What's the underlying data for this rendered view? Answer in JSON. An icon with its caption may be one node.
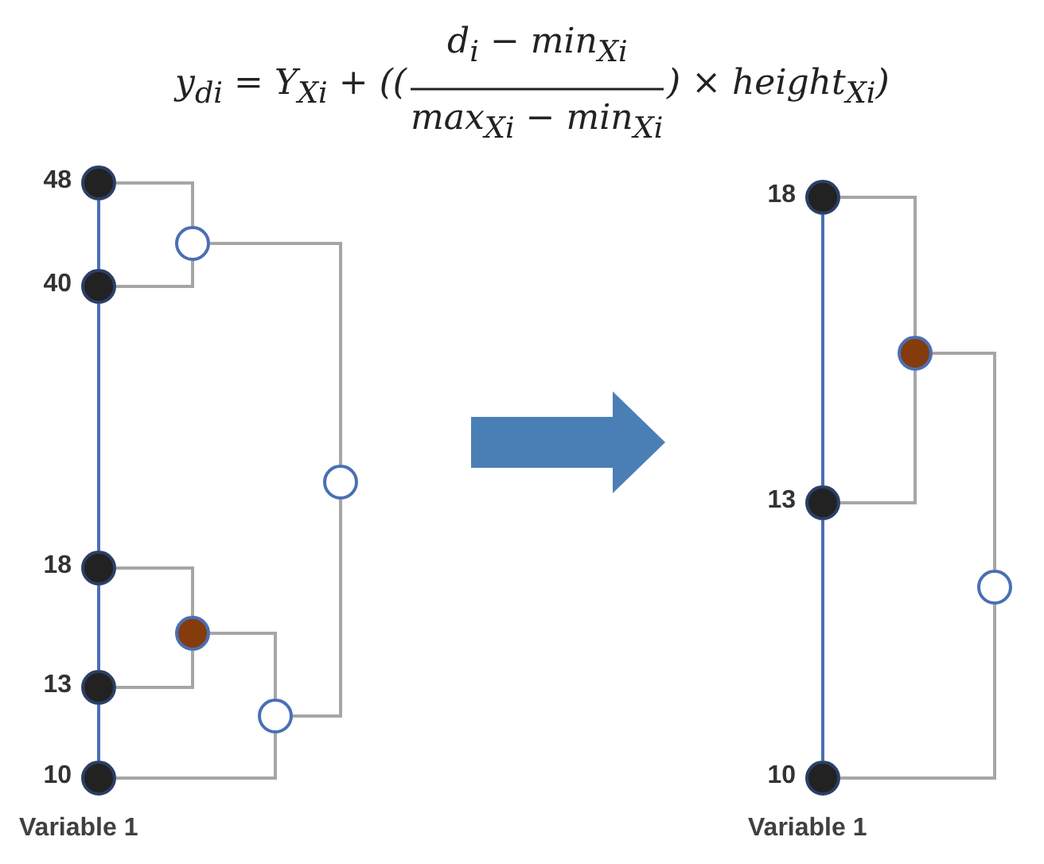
{
  "diagram": {
    "nodes": [
      {
        "text": [],
        "shape": "circle",
        "beside": [
          "48"
        ]
      },
      {
        "text": [],
        "shape": "circle",
        "beside": [
          "40"
        ]
      },
      {
        "text": [],
        "shape": "circle",
        "beside": [
          "18"
        ]
      },
      {
        "text": [],
        "shape": "circle",
        "beside": [
          "13"
        ]
      },
      {
        "text": [],
        "shape": "circle",
        "beside": [
          "10"
        ]
      },
      {
        "text": [],
        "shape": "circle"
      },
      {
        "text": [],
        "shape": "circle"
      },
      {
        "text": [],
        "shape": "circle"
      },
      {
        "text": [],
        "shape": "circle"
      },
      {
        "text": [],
        "shape": "circle",
        "beside": [
          "18"
        ]
      },
      {
        "text": [],
        "shape": "circle",
        "beside": [
          "13"
        ]
      },
      {
        "text": [],
        "shape": "circle",
        "beside": [
          "10"
        ]
      },
      {
        "text": [],
        "shape": "circle"
      },
      {
        "text": [],
        "shape": "circle"
      }
    ],
    "edges": [
      {
        "from": 0,
        "to": 1,
        "arrow": "none",
        "color": "#4a6fb5"
      },
      {
        "from": 1,
        "to": 2,
        "arrow": "none",
        "color": "#4a6fb5"
      },
      {
        "from": 2,
        "to": 3,
        "arrow": "none",
        "color": "#4a6fb5"
      },
      {
        "from": 3,
        "to": 4,
        "arrow": "none",
        "color": "#4a6fb5"
      },
      {
        "from": 0,
        "to": 5,
        "arrow": "none"
      },
      {
        "from": 1,
        "to": 5,
        "arrow": "none"
      },
      {
        "from": 2,
        "to": 6,
        "arrow": "none"
      },
      {
        "from": 3,
        "to": 6,
        "arrow": "none"
      },
      {
        "from": 6,
        "to": 7,
        "arrow": "none"
      },
      {
        "from": 4,
        "to": 7,
        "arrow": "none"
      },
      {
        "from": 5,
        "to": 8,
        "arrow": "none"
      },
      {
        "from": 7,
        "to": 8,
        "arrow": "none"
      },
      {
        "from": 9,
        "to": 10,
        "arrow": "none",
        "color": "#4a6fb5"
      },
      {
        "from": 10,
        "to": 11,
        "arrow": "none",
        "color": "#4a6fb5"
      },
      {
        "from": 9,
        "to": 12,
        "arrow": "none"
      },
      {
        "from": 10,
        "to": 12,
        "arrow": "none"
      },
      {
        "from": 12,
        "to": 13,
        "arrow": "none"
      },
      {
        "from": 11,
        "to": 13,
        "arrow": "none"
      }
    ],
    "labels": [
      "y$_{di}$ = Y$_{Xi}$ + ((",
      "d$_{i}$ − min$_{Xi}$",
      "max$_{Xi}$ − min$_{Xi}$",
      ") × height$_{Xi}$)",
      "Variable 1",
      "Variable 1"
    ]
  }
}
